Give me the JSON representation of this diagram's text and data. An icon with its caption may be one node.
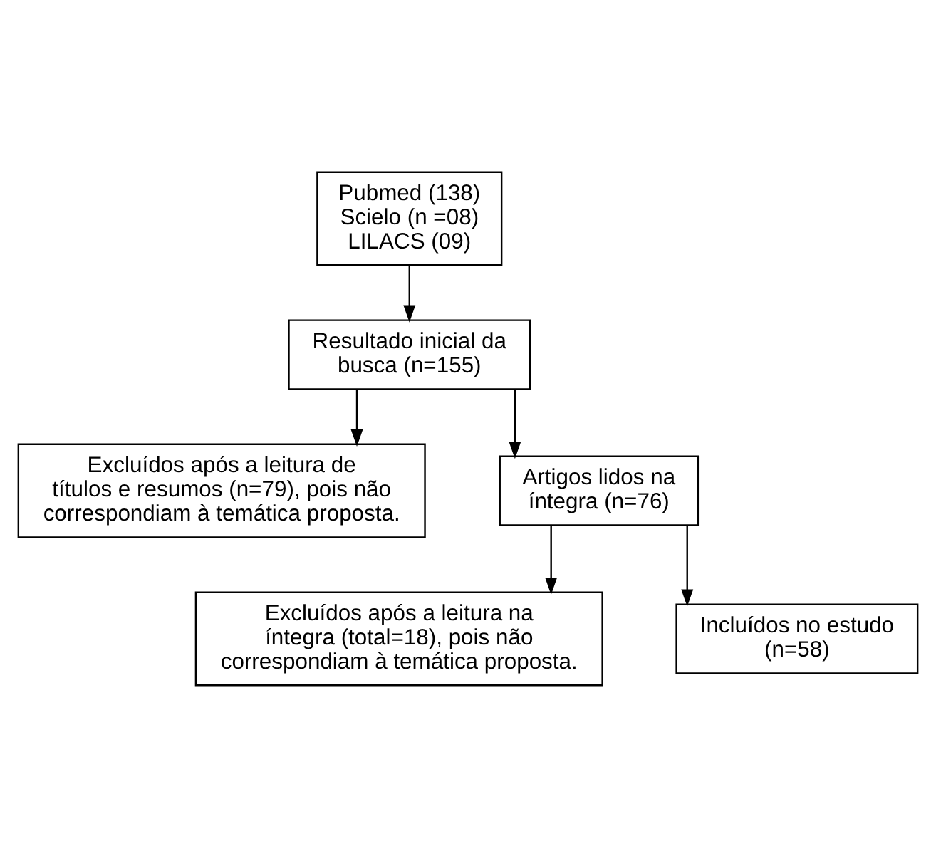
{
  "diagram": {
    "nodes": [
      {
        "text": [
          "Pubmed (138) Scielo (n =08) LILACS (09)"
        ]
      },
      {
        "text": [
          "Resultado inicial da busca (n=155)"
        ]
      },
      {
        "text": [
          "Excluídos após a leitura de títulos e resumos (n=79), pois não correspondiam à temática proposta."
        ]
      },
      {
        "text": [
          "Artigos lidos na íntegra (n=76)"
        ]
      },
      {
        "text": [
          "Excluídos após a leitura na íntegra (total=18), pois não correspondiam à temática proposta."
        ]
      },
      {
        "text": [
          "Incluídos no estudo (n=58)"
        ]
      }
    ],
    "edges": [
      {
        "from": 0,
        "to": 1,
        "arrow": "to"
      },
      {
        "from": 1,
        "to": 2,
        "arrow": "to"
      },
      {
        "from": 1,
        "to": 3,
        "arrow": "to"
      },
      {
        "from": 3,
        "to": 4,
        "arrow": "to"
      },
      {
        "from": 3,
        "to": 5,
        "arrow": "to"
      }
    ]
  }
}
